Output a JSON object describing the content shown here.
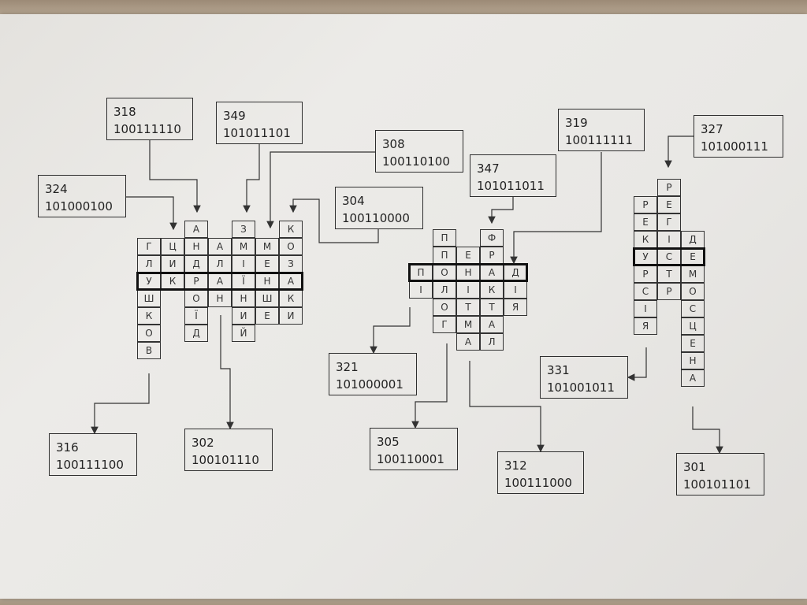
{
  "boxes": [
    {
      "number": "318",
      "code": "100111110"
    },
    {
      "number": "349",
      "code": "101011101"
    },
    {
      "number": "308",
      "code": "100110100"
    },
    {
      "number": "324",
      "code": "101000100"
    },
    {
      "number": "304",
      "code": "100110000"
    },
    {
      "number": "347",
      "code": "101011011"
    },
    {
      "number": "319",
      "code": "100111111"
    },
    {
      "number": "327",
      "code": "101000111"
    },
    {
      "number": "321",
      "code": "101000001"
    },
    {
      "number": "331",
      "code": "101001011"
    },
    {
      "number": "316",
      "code": "100111100"
    },
    {
      "number": "302",
      "code": "100101110"
    },
    {
      "number": "305",
      "code": "100110001"
    },
    {
      "number": "312",
      "code": "100111000"
    },
    {
      "number": "301",
      "code": "100101101"
    }
  ],
  "puzzles": [
    {
      "highlight": "УКРАЇНА",
      "columns": [
        {
          "start": -2,
          "letters": "ГЛУШКОВ"
        },
        {
          "start": -2,
          "letters": "ЦИК"
        },
        {
          "start": -3,
          "letters": "АНДРОЇД"
        },
        {
          "start": -2,
          "letters": "АЛАН"
        },
        {
          "start": -3,
          "letters": "ЗМІЇНИЙ"
        },
        {
          "start": -2,
          "letters": "МЕНШЕ"
        },
        {
          "start": -3,
          "letters": "КОЗАКИ"
        }
      ]
    },
    {
      "highlight": "ПОНАД",
      "columns": [
        {
          "start": 0,
          "letters": "ПІ"
        },
        {
          "start": -2,
          "letters": "ППОЛОГ"
        },
        {
          "start": -1,
          "letters": "ЕНІТМА"
        },
        {
          "start": -2,
          "letters": "ФРАКТАЛ"
        },
        {
          "start": 0,
          "letters": "ДІЯ"
        }
      ]
    },
    {
      "highlight": "УСЕ",
      "columns": [
        {
          "start": -3,
          "letters": "РЕКУРСІЯ"
        },
        {
          "start": -4,
          "letters": "РЕГІСТР"
        },
        {
          "start": -1,
          "letters": "ДЕМОСЦЕНА"
        }
      ]
    }
  ]
}
